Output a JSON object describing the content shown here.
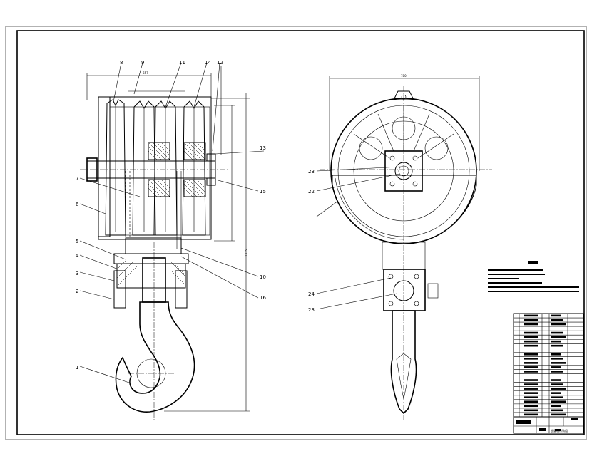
{
  "drawing": {
    "part_labels": [
      {
        "id": "p1",
        "text": "1"
      },
      {
        "id": "p2",
        "text": "2"
      },
      {
        "id": "p3",
        "text": "3"
      },
      {
        "id": "p4",
        "text": "4"
      },
      {
        "id": "p5",
        "text": "5"
      },
      {
        "id": "p6",
        "text": "6"
      },
      {
        "id": "p7",
        "text": "7"
      },
      {
        "id": "p8",
        "text": "8"
      },
      {
        "id": "p9",
        "text": "9"
      },
      {
        "id": "p10",
        "text": "10"
      },
      {
        "id": "p11",
        "text": "11"
      },
      {
        "id": "p12",
        "text": "12"
      },
      {
        "id": "p13",
        "text": "13"
      },
      {
        "id": "p14",
        "text": "14"
      },
      {
        "id": "p15",
        "text": "15"
      },
      {
        "id": "p16",
        "text": "16"
      },
      {
        "id": "p22",
        "text": "22"
      },
      {
        "id": "p23",
        "text": "23"
      },
      {
        "id": "p24",
        "text": "24"
      }
    ],
    "title_block": {
      "product_name": "起重机吊钩组"
    }
  }
}
